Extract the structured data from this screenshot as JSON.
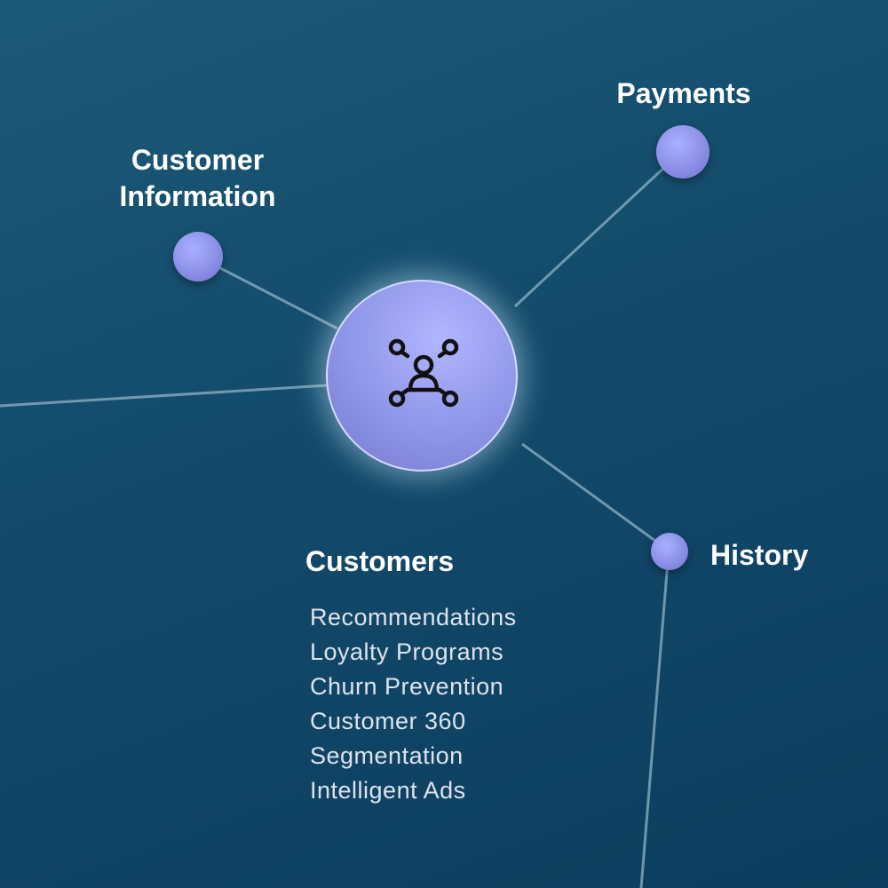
{
  "hub": {
    "title": "Customers",
    "icon": "customer-network-icon"
  },
  "nodes": {
    "customer_information": "Customer\nInformation",
    "customer_information_line1": "Customer",
    "customer_information_line2": "Information",
    "payments": "Payments",
    "history": "History"
  },
  "use_cases": [
    "Recommendations",
    "Loyalty Programs",
    "Churn Prevention",
    "Customer 360",
    "Segmentation",
    "Intelligent Ads"
  ],
  "colors": {
    "background": "#134a6a",
    "node": "#8b90e6",
    "line": "#8fb0c4"
  }
}
